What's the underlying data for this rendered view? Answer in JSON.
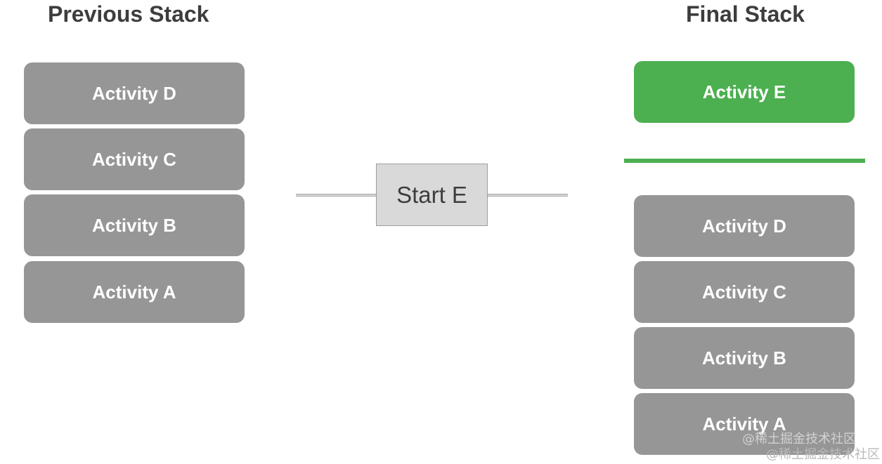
{
  "titles": {
    "previous": "Previous Stack",
    "final": "Final Stack"
  },
  "previous_stack": [
    "Activity D",
    "Activity C",
    "Activity B",
    "Activity A"
  ],
  "action": {
    "label": "Start E"
  },
  "final_stack": {
    "new_top": "Activity E",
    "rest": [
      "Activity D",
      "Activity C",
      "Activity B",
      "Activity A"
    ]
  },
  "watermark": "@稀土掘金技术社区",
  "colors": {
    "card_gray": "#969696",
    "new_activity_green": "#4caf50",
    "title_text": "#3d3d3d",
    "action_box": "#d9d9d9"
  }
}
